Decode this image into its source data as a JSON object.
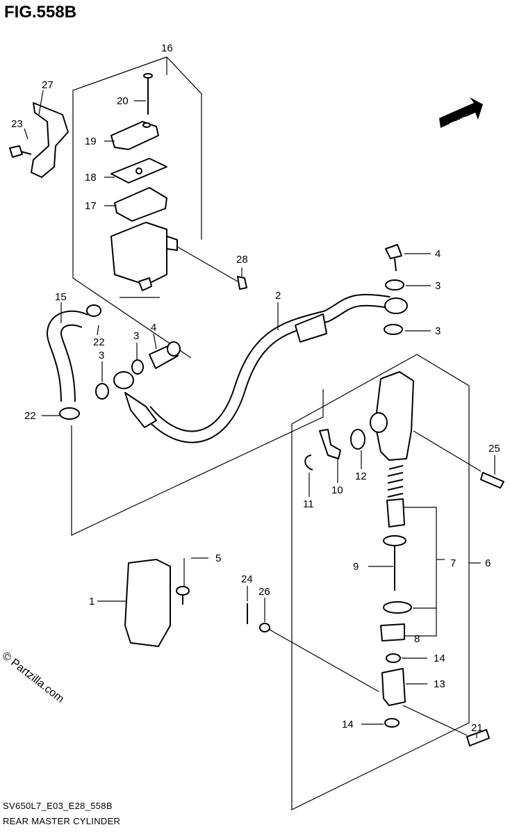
{
  "figure": {
    "title": "FIG.558B",
    "code": "SV650L7_E03_E28_558B",
    "caption": "REAR MASTER CYLINDER",
    "watermark": "© Partzilla.com",
    "fwd_label": "FWD"
  },
  "callouts": {
    "c1": "1",
    "c2": "2",
    "c3a": "3",
    "c3b": "3",
    "c3c": "3",
    "c3d": "3",
    "c4a": "4",
    "c4b": "4",
    "c5": "5",
    "c6": "6",
    "c7": "7",
    "c8": "8",
    "c9": "9",
    "c10": "10",
    "c11": "11",
    "c12": "12",
    "c13": "13",
    "c14a": "14",
    "c14b": "14",
    "c15": "15",
    "c16": "16",
    "c17": "17",
    "c18": "18",
    "c19": "19",
    "c20": "20",
    "c21": "21",
    "c22a": "22",
    "c22b": "22",
    "c23": "23",
    "c24": "24",
    "c25": "25",
    "c26": "26",
    "c27": "27",
    "c28": "28"
  }
}
